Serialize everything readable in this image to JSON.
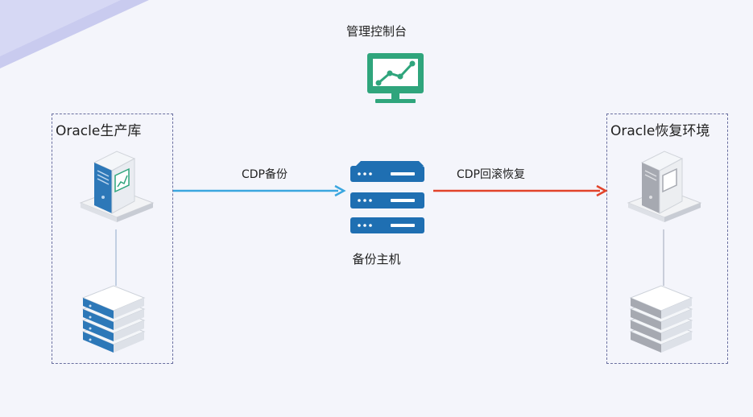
{
  "console": {
    "title": "管理控制台",
    "icon": "monitor-chart-icon",
    "color": "#2fa57c"
  },
  "backup_host": {
    "label": "备份主机",
    "icon": "server-rack-icon",
    "color": "#1f6fb2"
  },
  "production": {
    "title": "Oracle生产库",
    "server_icon": "tower-server-icon",
    "storage_icon": "storage-stack-icon",
    "color": "#1f6fb2"
  },
  "recovery": {
    "title": "Oracle恢复环境",
    "server_icon": "tower-server-icon",
    "storage_icon": "storage-stack-icon",
    "color": "#9ea0a8"
  },
  "flows": {
    "backup": {
      "label": "CDP备份",
      "color": "#3aa6df"
    },
    "rollback": {
      "label": "CDP回滚恢复",
      "color": "#e2432a"
    }
  }
}
